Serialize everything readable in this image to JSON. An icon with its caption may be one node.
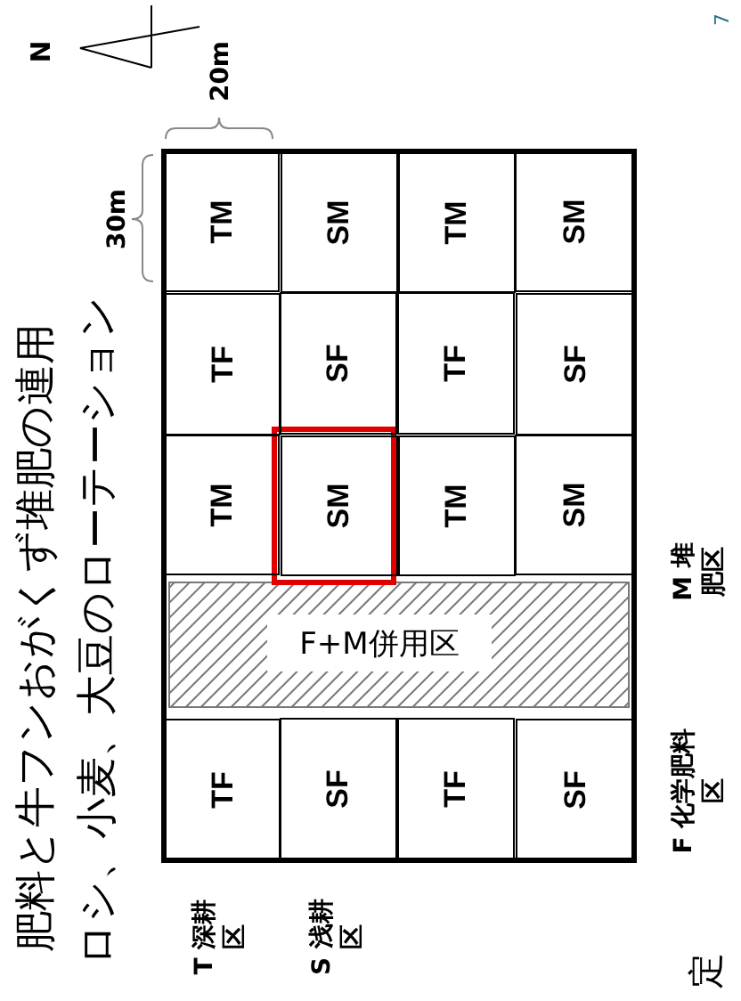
{
  "diagram": {
    "labels": [
      "肥料と牛フンおがくず堆肥の連用",
      "N",
      "ロシ、小麦、大豆のローテーション",
      "30m",
      "T 深耕区",
      "S 浅耕区",
      "20m",
      "TF",
      "TM",
      "TF",
      "TM",
      "SF",
      "SM",
      "SF",
      "SM",
      "TF",
      "TM",
      "TF",
      "TM",
      "SF",
      "SM",
      "SF",
      "SM",
      "F+M併用区",
      "定",
      "F 化学肥料区",
      "M 堆肥区",
      "7"
    ]
  }
}
